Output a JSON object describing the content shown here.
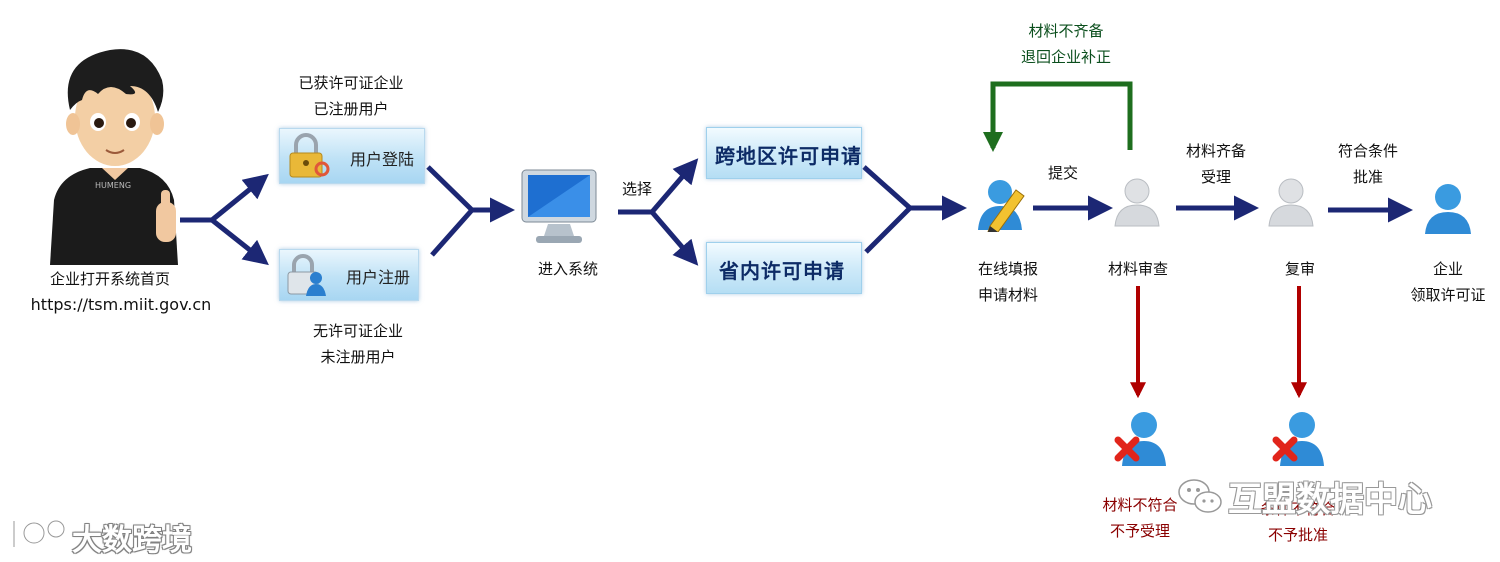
{
  "user_start": {
    "line1": "企业打开系统首页",
    "line2": "https://tsm.miit.gov.cn",
    "shirt_logo": "HUMENG"
  },
  "branch_top": {
    "line1": "已获许可证企业",
    "line2": "已注册用户",
    "button": "用户登陆"
  },
  "branch_bottom": {
    "line1": "无许可证企业",
    "line2": "未注册用户",
    "button": "用户注册"
  },
  "enter_system": "进入系统",
  "choose_label": "选择",
  "app_types": {
    "cross_region": "跨地区许可申请",
    "in_province": "省内许可申请"
  },
  "steps": {
    "fill": {
      "line1": "在线填报",
      "line2": "申请材料"
    },
    "submit_label": "提交",
    "review": "材料审查",
    "complete_label": {
      "line1": "材料齐备",
      "line2": "受理"
    },
    "recheck": "复审",
    "qualify_label": {
      "line1": "符合条件",
      "line2": "批准"
    },
    "receive": {
      "line1": "企业",
      "line2": "领取许可证"
    }
  },
  "feedback_loop": {
    "line1": "材料不齐备",
    "line2": "退回企业补正"
  },
  "rejections": {
    "review_reject": {
      "line1": "材料不符合",
      "line2": "不予受理"
    },
    "recheck_reject": {
      "line1": "条件不符合",
      "line2": "不予批准"
    }
  },
  "watermarks": {
    "left": "大数跨境",
    "right": "互盟数据中心"
  },
  "colors": {
    "flow_arrow": "#1c2774",
    "return_arrow": "#1e6e1e",
    "reject_arrow": "#b00000",
    "person_icon": "#3a9be0"
  },
  "icons": [
    "person-avatar",
    "lock-key-icon",
    "lock-user-icon",
    "monitor-icon",
    "pencil-user-icon",
    "grey-user-icon",
    "blue-user-icon",
    "red-x-user-icon"
  ]
}
